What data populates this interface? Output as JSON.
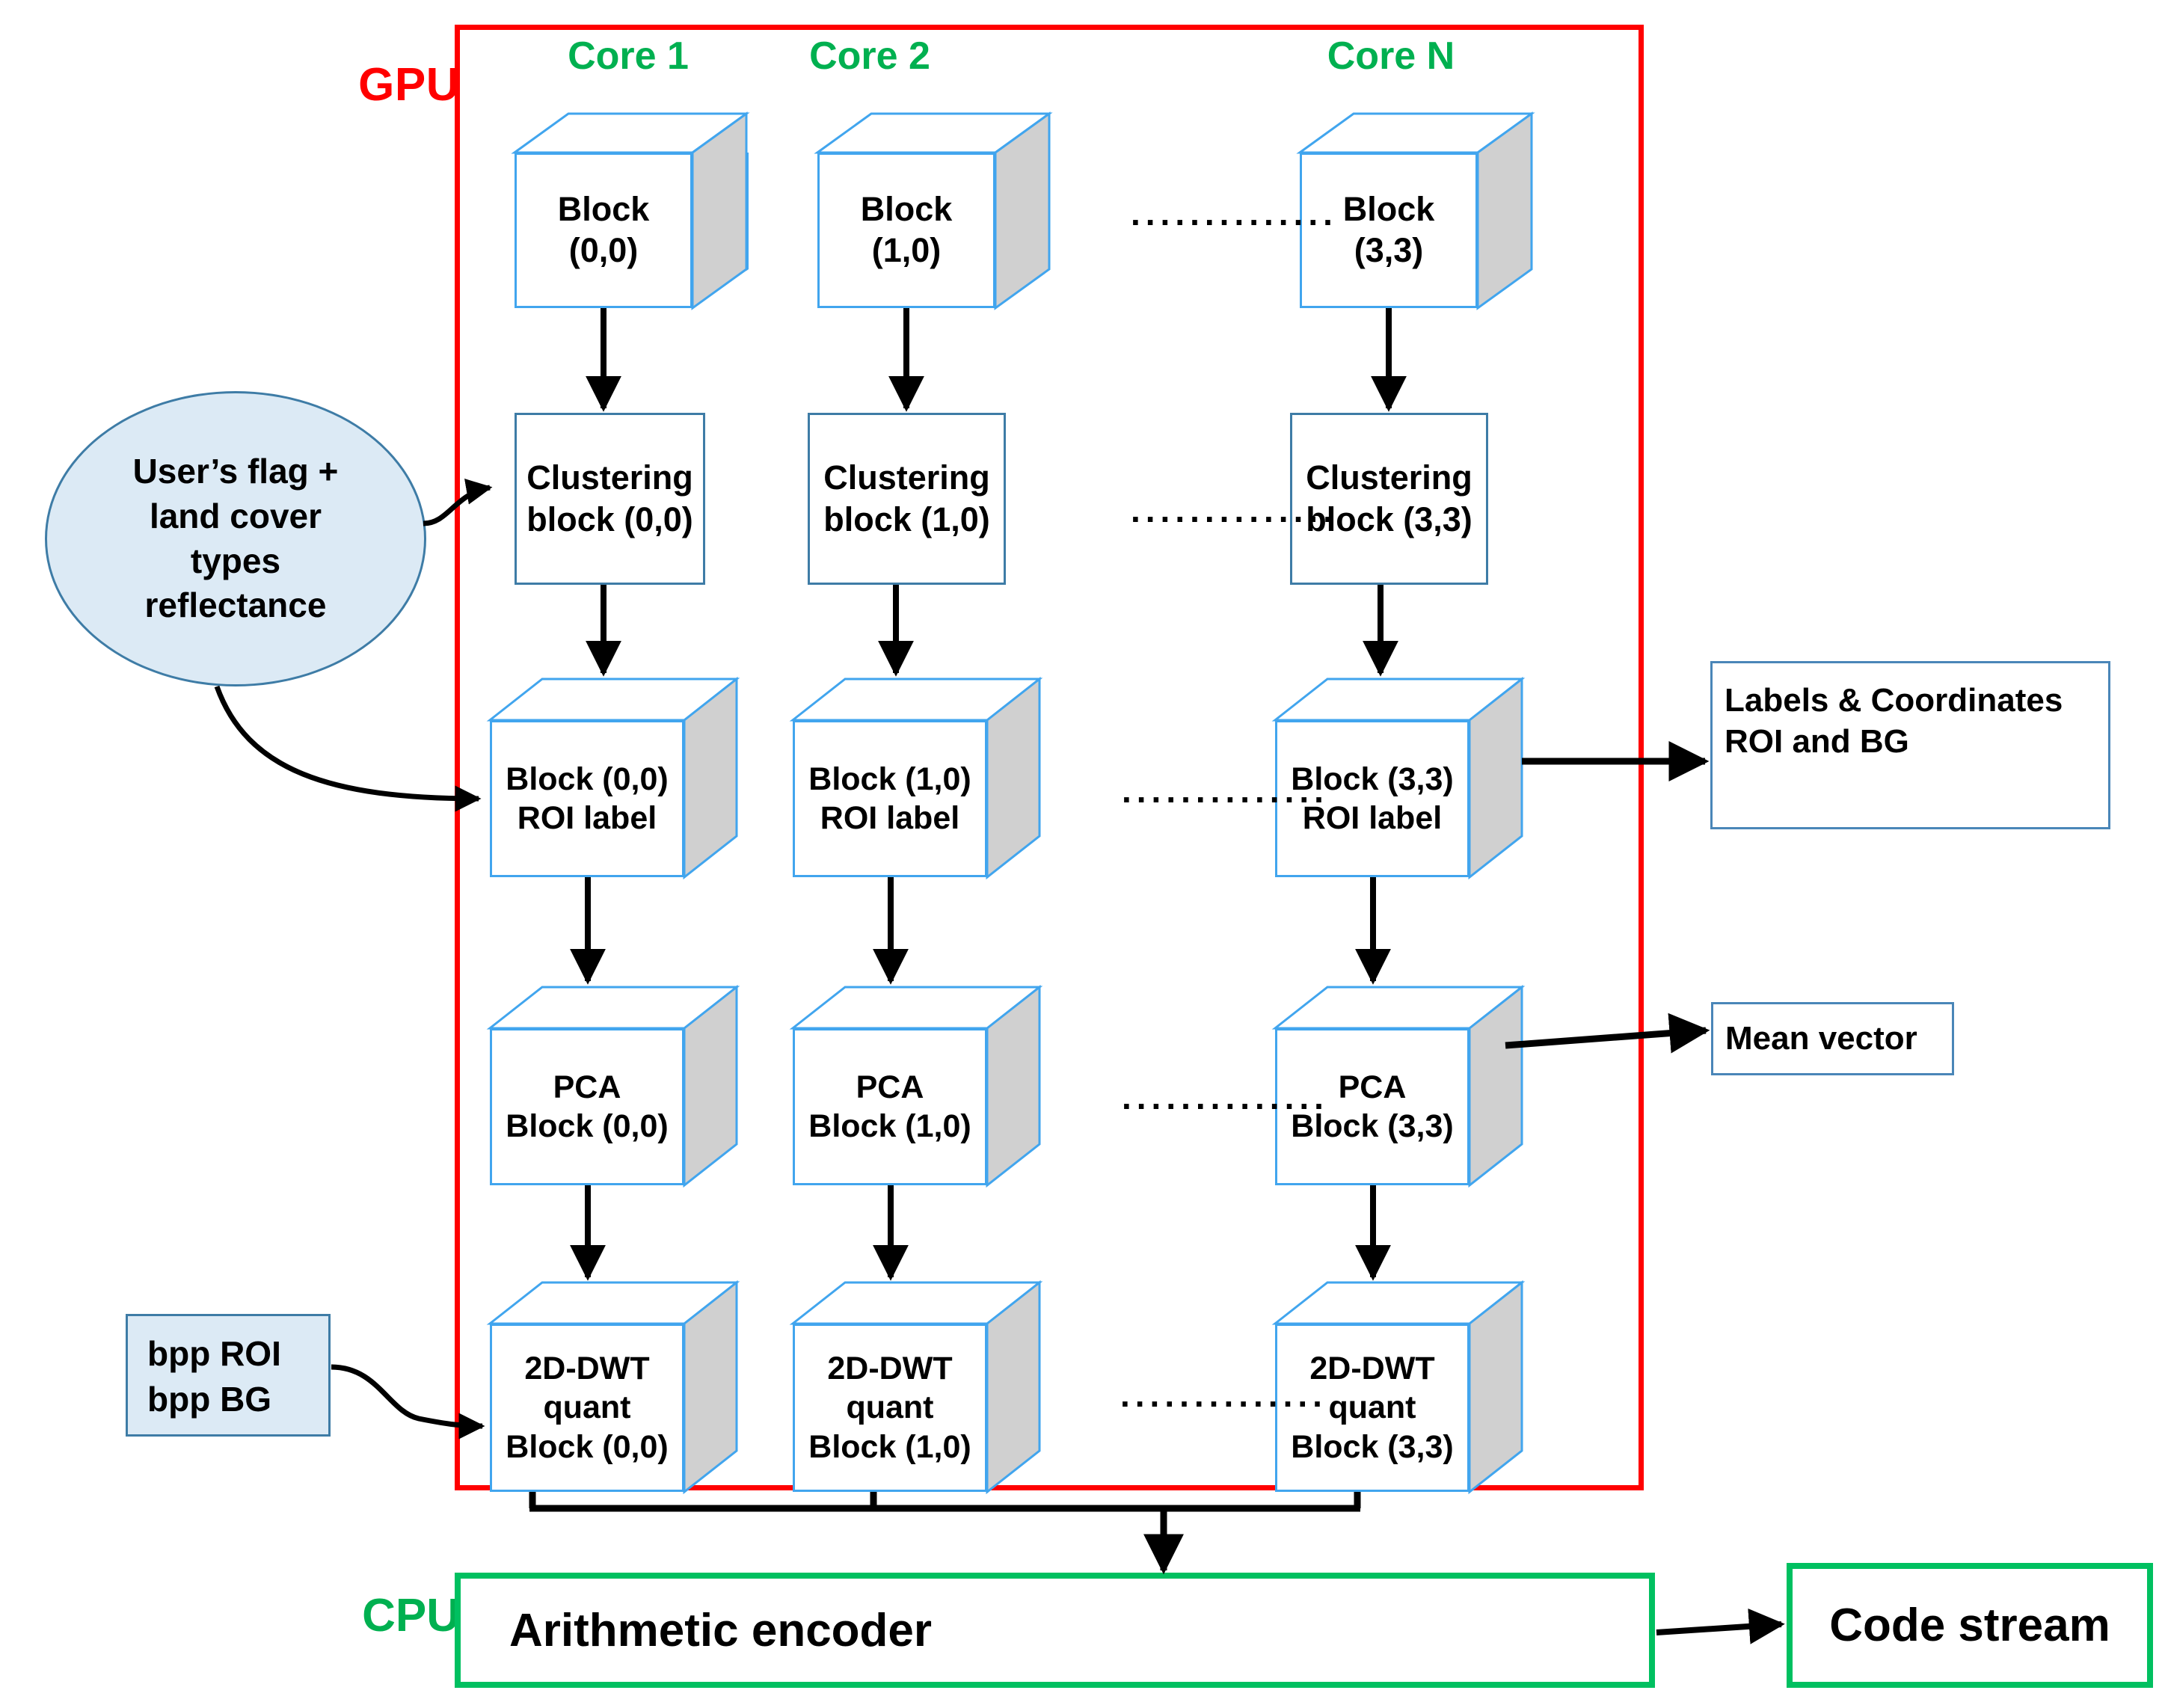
{
  "regions": {
    "gpu_label": "GPU",
    "cpu_label": "CPU",
    "gpu_border_color": "#FF0000",
    "cpu_border_color": "#00C060"
  },
  "columns": [
    {
      "header": "Core 1"
    },
    {
      "header": "Core 2"
    },
    {
      "header": "Core N"
    }
  ],
  "rows": {
    "block": {
      "cells": [
        "Block\n(0,0)",
        "Block\n(1,0)",
        "Block\n(3,3)"
      ],
      "line1": [
        "Block",
        "Block",
        "Block"
      ],
      "line2": [
        "(0,0)",
        "(1,0)",
        "(3,3)"
      ]
    },
    "clustering": {
      "line1": [
        "Clustering",
        "Clustering",
        "Clustering"
      ],
      "line2": [
        "block (0,0)",
        "block (1,0)",
        "block (3,3)"
      ]
    },
    "roi": {
      "line1": [
        "Block (0,0)",
        "Block (1,0)",
        "Block (3,3)"
      ],
      "line2": [
        "ROI label",
        "ROI label",
        "ROI label"
      ]
    },
    "pca": {
      "line1": [
        "PCA",
        "PCA",
        "PCA"
      ],
      "line2": [
        "Block (0,0)",
        "Block (1,0)",
        "Block (3,3)"
      ]
    },
    "dwt": {
      "line1": [
        "2D-DWT",
        "2D-DWT",
        "2D-DWT"
      ],
      "line2": [
        "quant",
        "quant",
        "quant"
      ],
      "line3": [
        "Block (0,0)",
        "Block (1,0)",
        "Block (3,3)"
      ]
    }
  },
  "ellipsis": {
    "block_row": "..............",
    "clustering_row": "..............",
    "roi_row": "..............",
    "pca_row": "..............",
    "dwt_row": ".............."
  },
  "inputs": {
    "user_flag_ellipse": "User’s flag +\nland cover\ntypes\nreflectance",
    "user_flag_lines": [
      "User’s flag +",
      "land cover",
      "types",
      "reflectance"
    ],
    "bpp_box_lines": [
      "bpp ROI",
      "bpp BG"
    ]
  },
  "outputs": {
    "labels_coordinates_lines": [
      "Labels & Coordinates",
      "ROI and BG"
    ],
    "mean_vector": "Mean vector",
    "arithmetic_encoder": "Arithmetic encoder",
    "code_stream": "Code stream"
  },
  "colors": {
    "cube_edge": "#41A5EE",
    "cube_side_fill": "#D0D0D0",
    "rect_border": "#3E7CA6",
    "input_fill": "#DCEAF5",
    "core_header": "#00B050",
    "gpu_red": "#FF0000",
    "cpu_green": "#00C060",
    "arrow": "#000000"
  }
}
